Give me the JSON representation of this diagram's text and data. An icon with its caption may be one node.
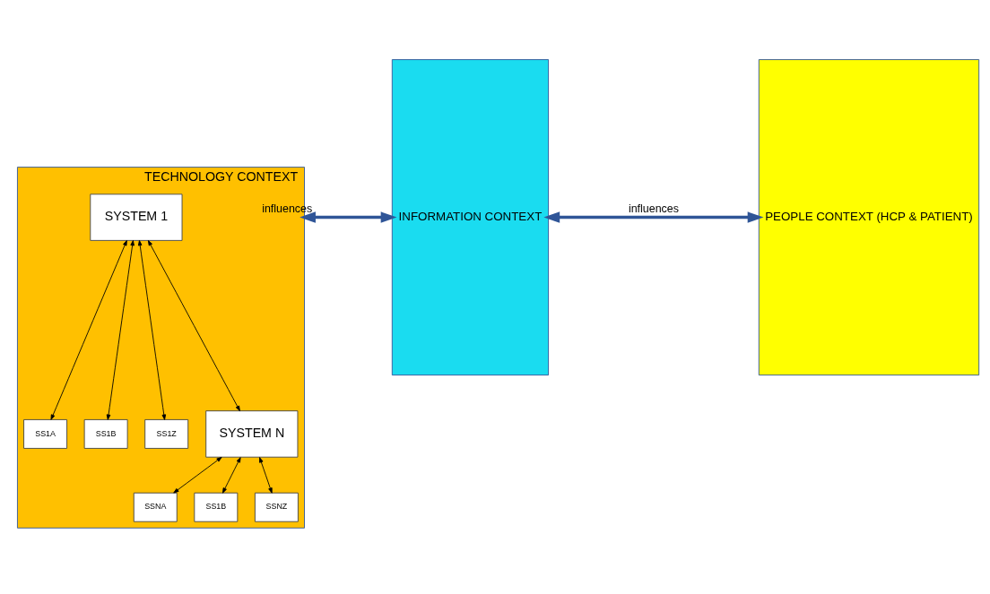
{
  "diagram": {
    "nodes": [
      {
        "text": [
          "TECHNOLOGY CONTEXT"
        ]
      },
      {
        "text": [
          "SYSTEM 1"
        ],
        "in": 0
      },
      {
        "text": [
          "SS1A"
        ],
        "in": 0
      },
      {
        "text": [
          "SS1B"
        ],
        "in": 0
      },
      {
        "text": [
          "SS1Z"
        ],
        "in": 0
      },
      {
        "text": [
          "SYSTEM N"
        ],
        "in": 0
      },
      {
        "text": [
          "SSNA"
        ],
        "in": 0
      },
      {
        "text": [
          "SS1B"
        ],
        "in": 0
      },
      {
        "text": [
          "SSNZ"
        ],
        "in": 0
      },
      {
        "text": [
          "INFORMATION CONTEXT"
        ]
      },
      {
        "text": [
          "PEOPLE CONTEXT (HCP & PATIENT)"
        ]
      }
    ],
    "edges": [
      {
        "from": 1,
        "to": 2,
        "arrow": "both"
      },
      {
        "from": 1,
        "to": 3,
        "arrow": "both"
      },
      {
        "from": 1,
        "to": 4,
        "arrow": "both"
      },
      {
        "from": 1,
        "to": 5,
        "arrow": "both"
      },
      {
        "from": 5,
        "to": 6,
        "arrow": "both"
      },
      {
        "from": 5,
        "to": 7,
        "arrow": "both"
      },
      {
        "from": 5,
        "to": 8,
        "arrow": "both"
      },
      {
        "from": 0,
        "to": 9,
        "arrow": "both",
        "label": "influences",
        "style": "thick",
        "color": "#2f5597"
      },
      {
        "from": 9,
        "to": 10,
        "arrow": "both",
        "label": "influences",
        "style": "thick",
        "color": "#2f5597"
      }
    ]
  }
}
